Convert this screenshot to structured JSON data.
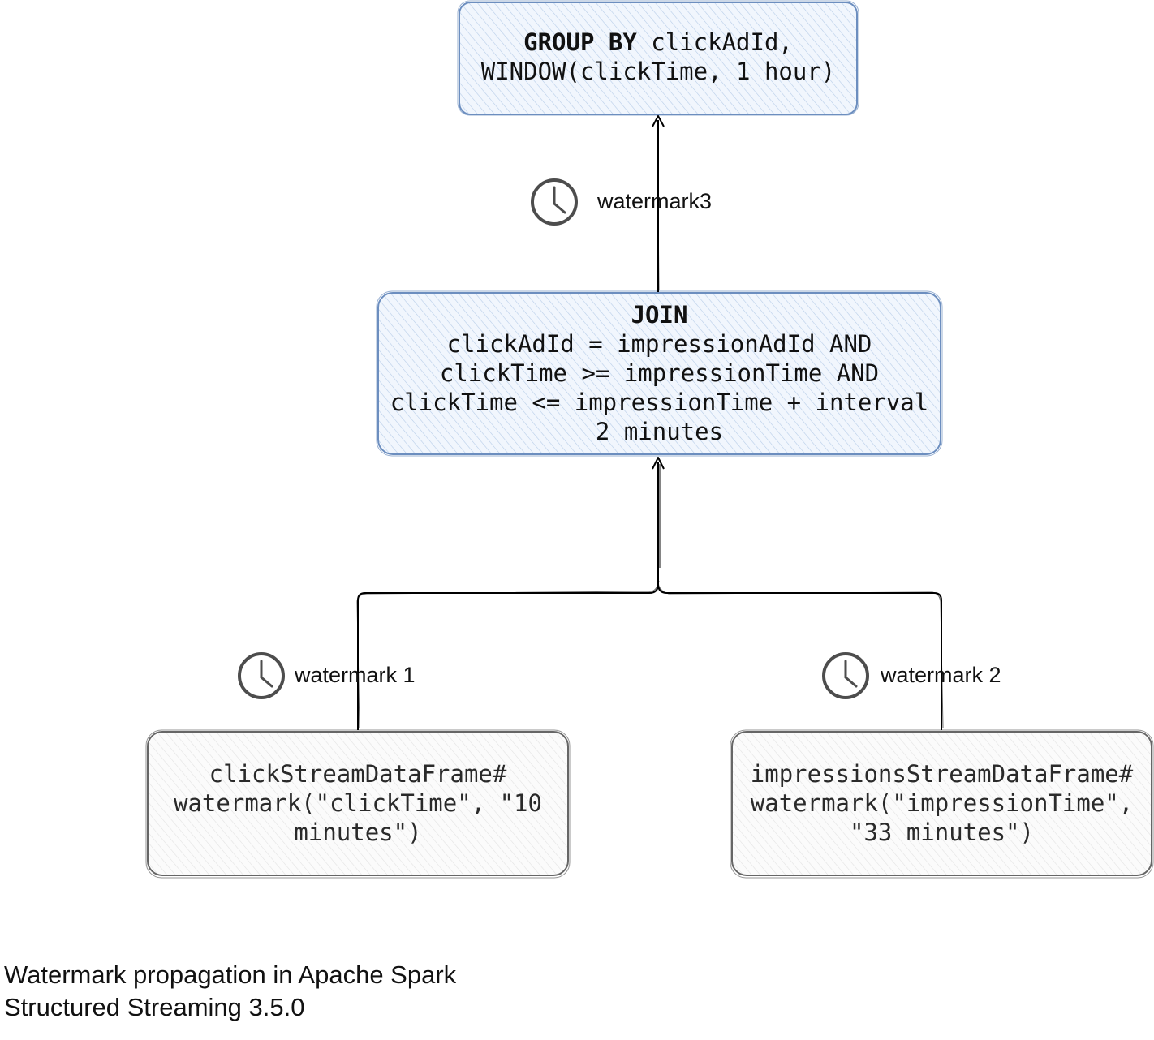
{
  "nodes": {
    "group_by": {
      "keyword": "GROUP BY",
      "line1_rest": " clickAdId,",
      "line2": "WINDOW(clickTime, 1 hour)"
    },
    "join": {
      "keyword": "JOIN",
      "lines": [
        "clickAdId = impressionAdId AND",
        "clickTime >= impressionTime AND",
        "clickTime <= impressionTime + interval",
        "2 minutes"
      ]
    },
    "click_stream": {
      "lines": [
        "clickStreamDataFrame#",
        "watermark(\"clickTime\", \"10",
        "minutes\")"
      ]
    },
    "impressions_stream": {
      "lines": [
        "impressionsStreamDataFrame#",
        "watermark(\"impressionTime\",",
        "\"33 minutes\")"
      ]
    }
  },
  "edge_labels": {
    "watermark_1": "watermark 1",
    "watermark_2": "watermark 2",
    "watermark_3": "watermark3"
  },
  "icons": {
    "watermark": "clock-icon"
  },
  "colors": {
    "blue_stroke": "#6c8ebf",
    "blue_fill": "#dae8fc",
    "gray_stroke": "#666666",
    "gray_fill": "#f5f5f5",
    "line": "#000000",
    "clock": "#4d4d4d"
  },
  "caption": {
    "line1": "Watermark propagation in Apache Spark",
    "line2": "Structured Streaming 3.5.0"
  }
}
